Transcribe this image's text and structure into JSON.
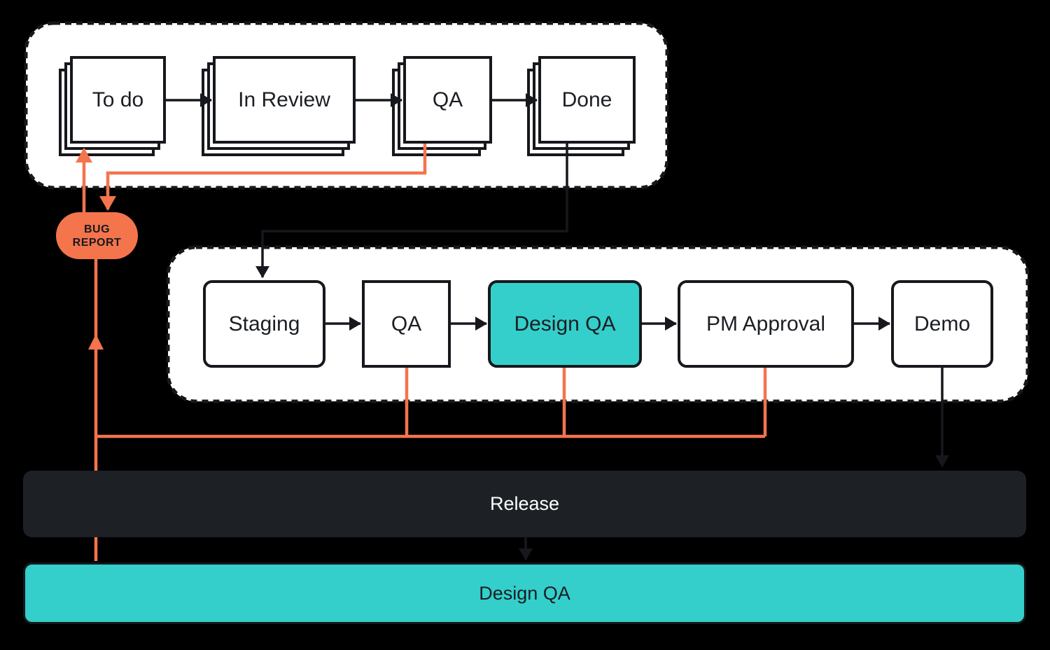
{
  "background_color": "#000000",
  "colors": {
    "accent_orange": "#F4744C",
    "accent_teal": "#34CFCB",
    "dark_bar": "#1D2126",
    "line_black": "#16181D",
    "container_fill": "#FFFFFF",
    "text_dark": "#1B1E23",
    "text_light": "#FFFFFF"
  },
  "top_lane": {
    "items": [
      {
        "label": "To do"
      },
      {
        "label": "In Review"
      },
      {
        "label": "QA"
      },
      {
        "label": "Done"
      }
    ]
  },
  "bug_report_badge": {
    "line1": "BUG",
    "line2": "REPORT"
  },
  "mid_lane": {
    "items": [
      {
        "label": "Staging"
      },
      {
        "label": "QA"
      },
      {
        "label": "Design QA"
      },
      {
        "label": "PM Approval"
      },
      {
        "label": "Demo"
      }
    ]
  },
  "release_bar": {
    "label": "Release"
  },
  "design_qa_bar": {
    "label": "Design QA"
  }
}
